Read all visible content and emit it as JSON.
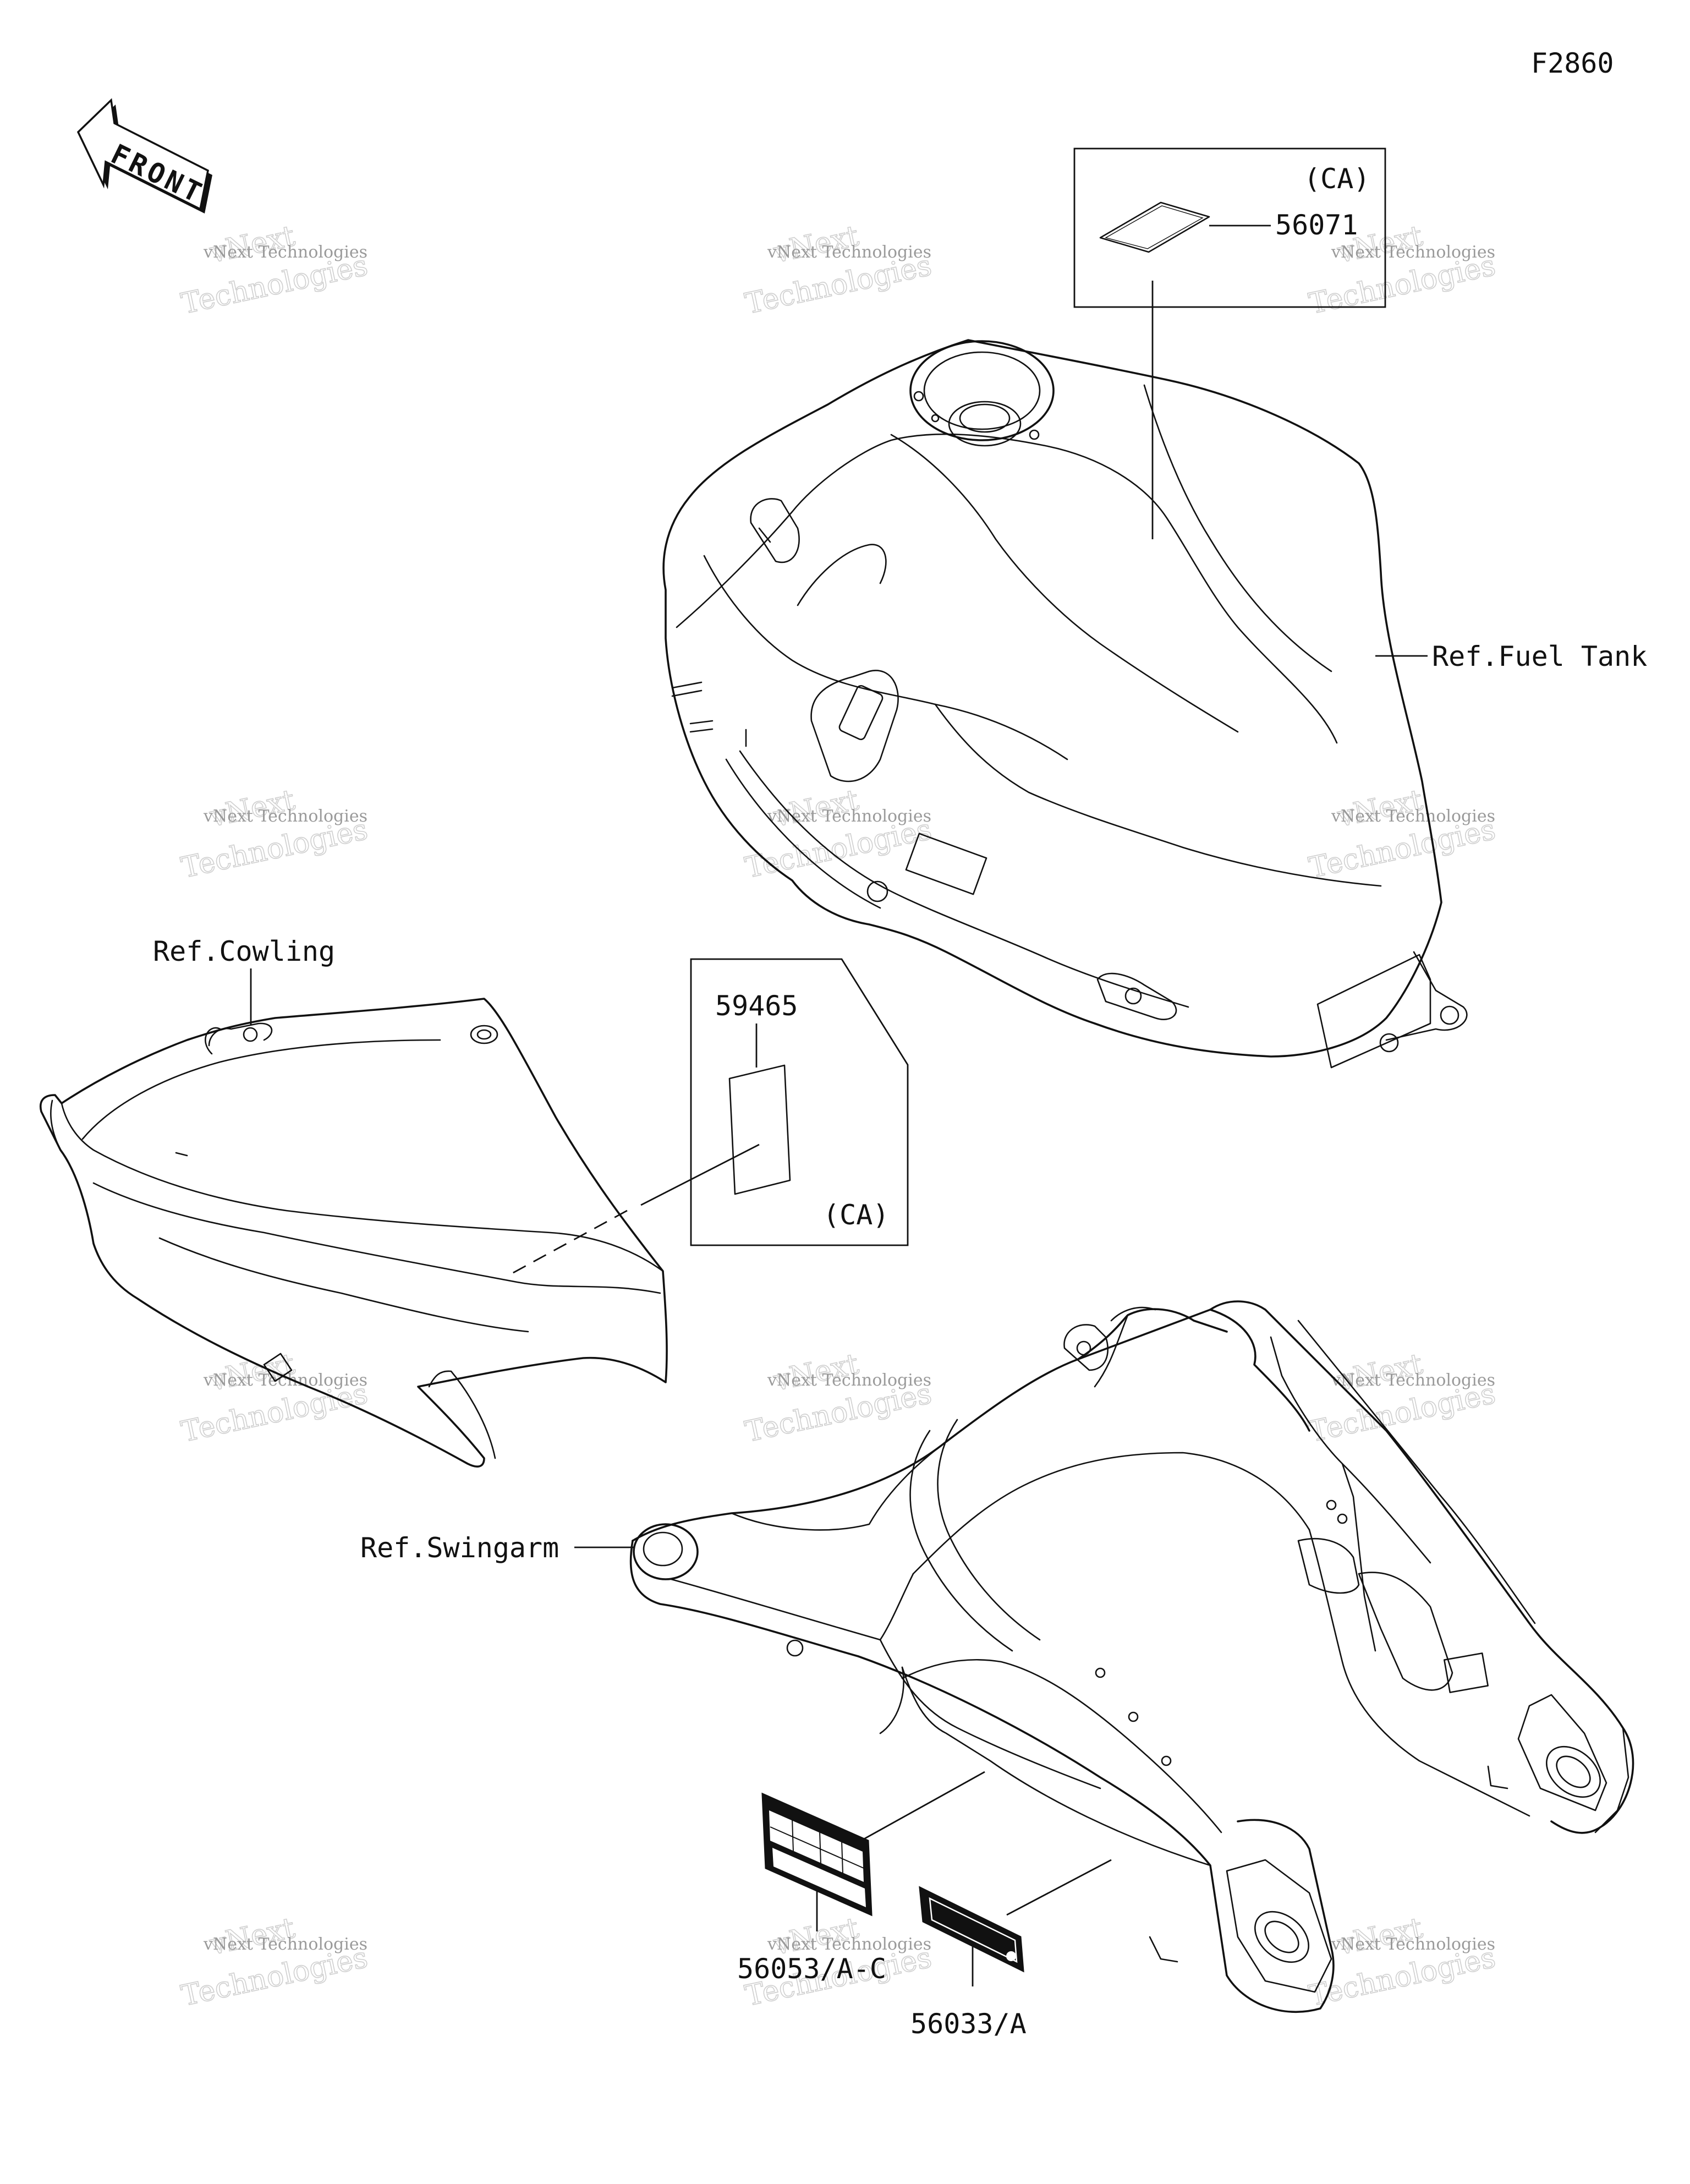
{
  "figure_code": "F2860",
  "front_arrow": {
    "text": "FRONT",
    "icon": "front-direction-arrow-icon"
  },
  "callouts": {
    "part_56071": {
      "number": "56071",
      "market": "(CA)"
    },
    "part_59465": {
      "number": "59465",
      "market": "(CA)"
    },
    "part_56053": {
      "number": "56053/A-C"
    },
    "part_56033": {
      "number": "56033/A"
    }
  },
  "references": {
    "fuel_tank": "Ref.Fuel Tank",
    "cowling": "Ref.Cowling",
    "swingarm": "Ref.Swingarm"
  },
  "watermark": {
    "line1": "vNext Technologies",
    "line2": "vNext",
    "line3": "Technologies"
  }
}
